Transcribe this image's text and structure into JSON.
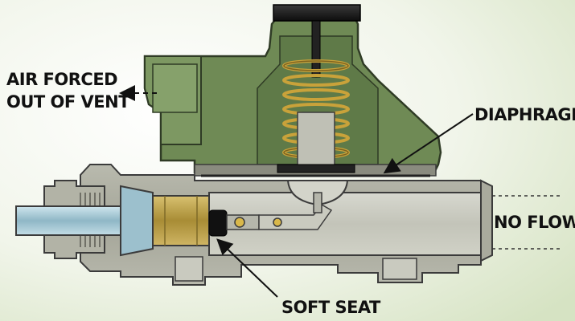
{
  "diagram": {
    "labels": {
      "air_forced_line1": "AIR FORCED",
      "air_forced_line2": "OUT OF VENT",
      "diaphragm": "DIAPHRAGM",
      "no_flow": "NO FLOW",
      "soft_seat": "SOFT SEAT"
    },
    "colors": {
      "background_light": "#f3f6ee",
      "background_green": "#dfe9cf",
      "bonnet_green": "#6f8a55",
      "bonnet_green_dark": "#4f6a3a",
      "body_gray": "#a8a99c",
      "body_gray_light": "#c7c8bc",
      "spring_gold": "#c9a23a",
      "inlet_blue": "#9fc3cf",
      "cap_black": "#1a1a1a",
      "brass": "#b59a45"
    }
  }
}
